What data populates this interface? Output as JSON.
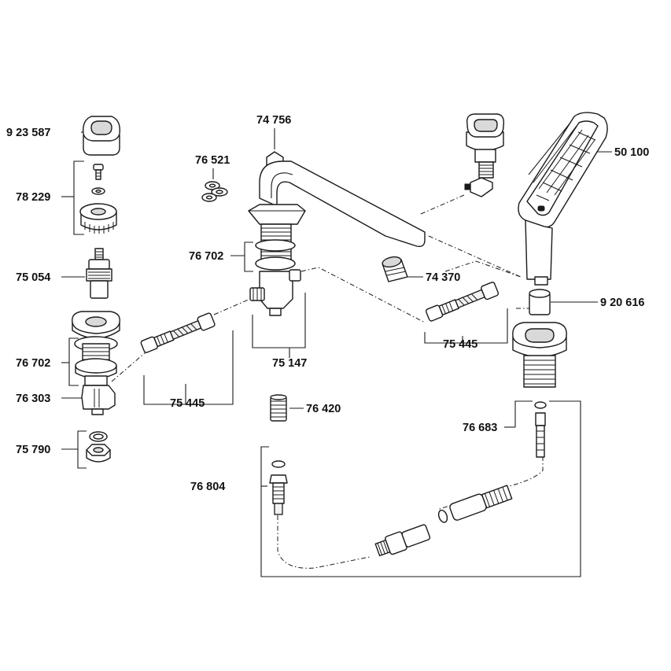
{
  "diagram": {
    "part_labels": [
      "9 23 587",
      "78 229",
      "75 054",
      "76 702",
      "76 303",
      "75 790",
      "74 756",
      "76 521",
      "76 702",
      "75 147",
      "75 445",
      "74 370",
      "76 420",
      "76 804",
      "75 445",
      "50 100",
      "9 20 616",
      "76 683"
    ]
  }
}
